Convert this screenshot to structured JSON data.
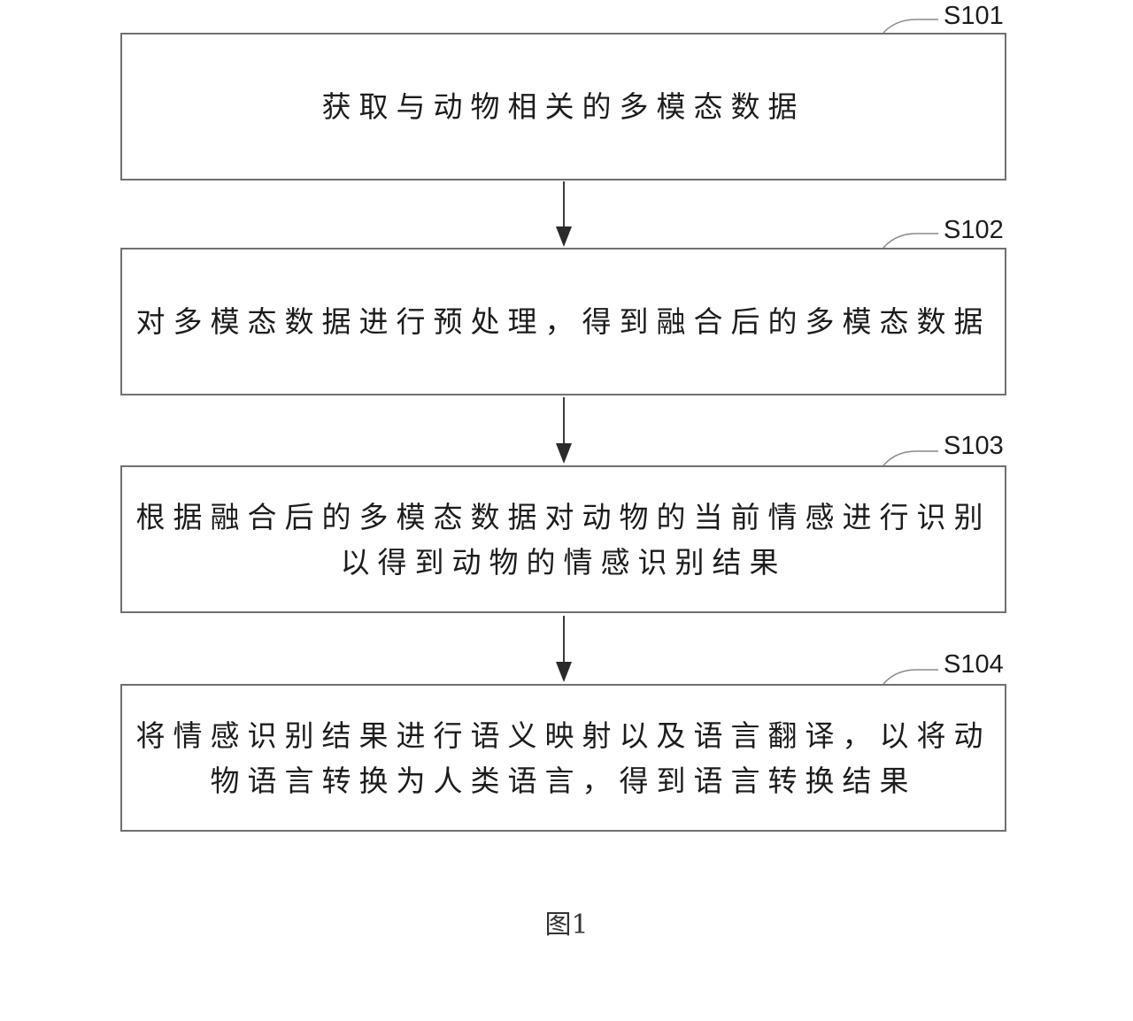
{
  "steps": [
    {
      "label": "S101",
      "text": "获取与动物相关的多模态数据"
    },
    {
      "label": "S102",
      "text": "对多模态数据进行预处理，得到融合后的多模态数据"
    },
    {
      "label": "S103",
      "text": "根据融合后的多模态数据对动物的当前情感进行识别\n以得到动物的情感识别结果"
    },
    {
      "label": "S104",
      "text": "将情感识别结果进行语义映射以及语言翻译，以将动\n物语言转换为人类语言，得到语言转换结果"
    }
  ],
  "caption": "图1",
  "colors": {
    "box_border": "#707070",
    "arrow": "#3a3a3a",
    "text": "#1c1c1c"
  }
}
